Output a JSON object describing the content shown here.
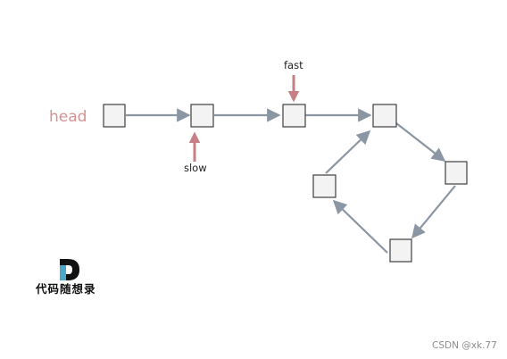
{
  "labels": {
    "head": "head",
    "fast": "fast",
    "slow": "slow"
  },
  "logo": {
    "letter": "D",
    "text": "代码随想录"
  },
  "watermark": "CSDN @xk.77",
  "colors": {
    "node_fill": "#f3f3f3",
    "node_border": "#3f3f3f",
    "edge": "#8a96a3",
    "head_label": "#d49292",
    "pointer_arrow": "#c77f86",
    "logo_dark": "#111111",
    "logo_accent": "#4aa8c9"
  },
  "diagram": {
    "type": "linked-list-with-cycle",
    "nodes": [
      "n1",
      "n2",
      "n3",
      "n4",
      "n5",
      "n6",
      "n7"
    ],
    "edges": [
      [
        "n1",
        "n2"
      ],
      [
        "n2",
        "n3"
      ],
      [
        "n3",
        "n4"
      ],
      [
        "n4",
        "n5"
      ],
      [
        "n5",
        "n6"
      ],
      [
        "n6",
        "n7"
      ],
      [
        "n7",
        "n4"
      ]
    ],
    "pointers": {
      "head": "n1",
      "slow": "n2",
      "fast": "n3"
    }
  }
}
